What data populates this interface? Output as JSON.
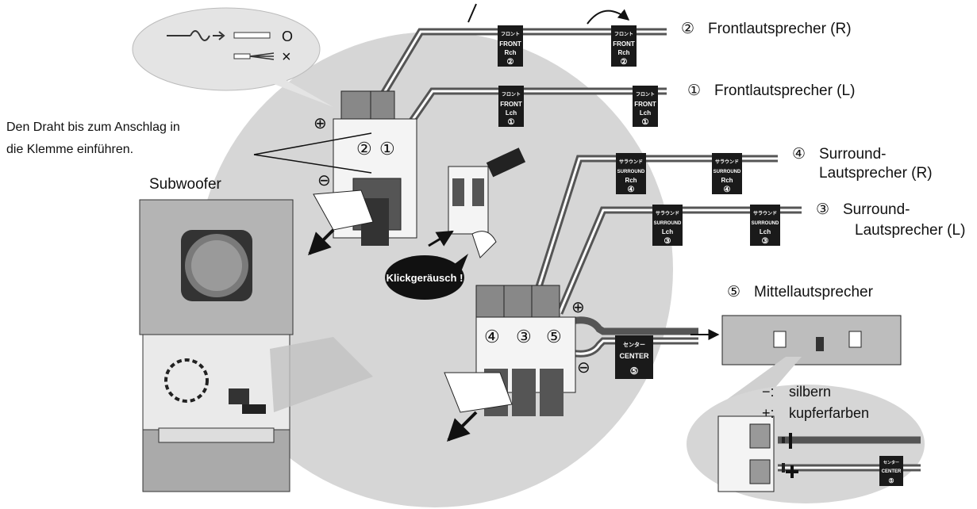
{
  "labels": {
    "front_r_num": "②",
    "front_r": "Frontlautsprecher (R)",
    "front_l_num": "①",
    "front_l": "Frontlautsprecher (L)",
    "surround_r_num": "④",
    "surround_r_1": "Surround-",
    "surround_r_2": "Lautsprecher (R)",
    "surround_l_num": "③",
    "surround_l_1": "Surround-",
    "surround_l_2": "Lautsprecher (L)",
    "center_num": "⑤",
    "center": "Mittellautsprecher",
    "instr_1": "Den Draht bis zum Anschlag in",
    "instr_2": "die Klemme einführen.",
    "subwoofer": "Subwoofer",
    "click": "Klickgeräusch !",
    "minus_sym": "−:",
    "minus": "silbern",
    "plus_sym": "+:",
    "plus": "kupferfarben",
    "ok_mark": "O",
    "ng_mark": "×",
    "plus_terminal": "⊕",
    "minus_terminal": "⊖"
  },
  "tags": {
    "front_r": {
      "jp": "フロント",
      "en": "FRONT",
      "ch": "Rch",
      "num": "②"
    },
    "front_l": {
      "jp": "フロント",
      "en": "FRONT",
      "ch": "Lch",
      "num": "①"
    },
    "surround_r": {
      "jp": "サラウンド",
      "en": "SURROUND",
      "ch": "Rch",
      "num": "④"
    },
    "surround_l": {
      "jp": "サラウンド",
      "en": "SURROUND",
      "ch": "Lch",
      "num": "③"
    },
    "center": {
      "jp": "センター",
      "en": "CENTER",
      "num": "⑤"
    }
  },
  "terminals": {
    "front_left": "②",
    "front_right": "①",
    "bottom_1": "④",
    "bottom_2": "③",
    "bottom_3": "⑤"
  },
  "colors": {
    "circle_fill": "#d6d6d6",
    "cable_dark": "#555555",
    "cable_light": "#ffffff",
    "tag_fill": "#1a1a1a",
    "panel_fill": "#c8c8c8"
  }
}
